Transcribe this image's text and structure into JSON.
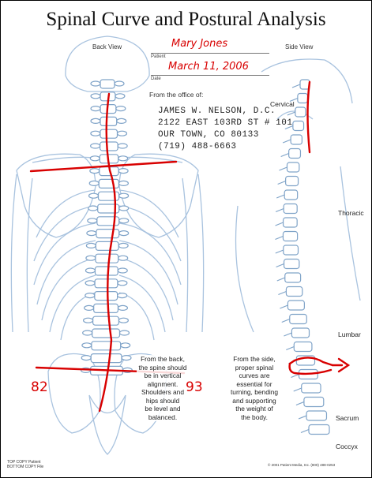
{
  "form": {
    "title": "Spinal Curve and Postural Analysis",
    "back_view_label": "Back View",
    "side_view_label": "Side View",
    "patient_label": "Patient",
    "date_label": "Date",
    "patient_name": "Mary Jones",
    "date_value": "March 11, 2006",
    "office_intro": "From the office of:"
  },
  "office": {
    "name": "JAMES W. NELSON, D.C.",
    "street": "2122 EAST 103RD ST # 101",
    "city": "OUR TOWN, CO 80133",
    "phone": "(719) 488-6663"
  },
  "back_text": [
    "From the back,",
    "the spine should",
    "be in vertical",
    "alignment.",
    "Shoulders and",
    "hips should",
    "be level and",
    "balanced."
  ],
  "side_text": [
    "From the side,",
    "proper spinal",
    "curves are",
    "essential for",
    "turning, bending",
    "and supporting",
    "the weight of",
    "the body."
  ],
  "regions": {
    "cervical": "Cervical",
    "thoracic": "Thoracic",
    "lumbar": "Lumbar",
    "sacrum": "Sacrum",
    "coccyx": "Coccyx"
  },
  "measurements": {
    "left_value": "82",
    "right_value": "93"
  },
  "footer": {
    "copy_line1": "TOP COPY Patient",
    "copy_line2": "BOTTOM COPY File",
    "copyright": "© 2001 Patient Media, Inc. (800) 488-0253"
  },
  "colors": {
    "ink_red": "#d80000",
    "sketch_blue": "#a9c3df"
  }
}
